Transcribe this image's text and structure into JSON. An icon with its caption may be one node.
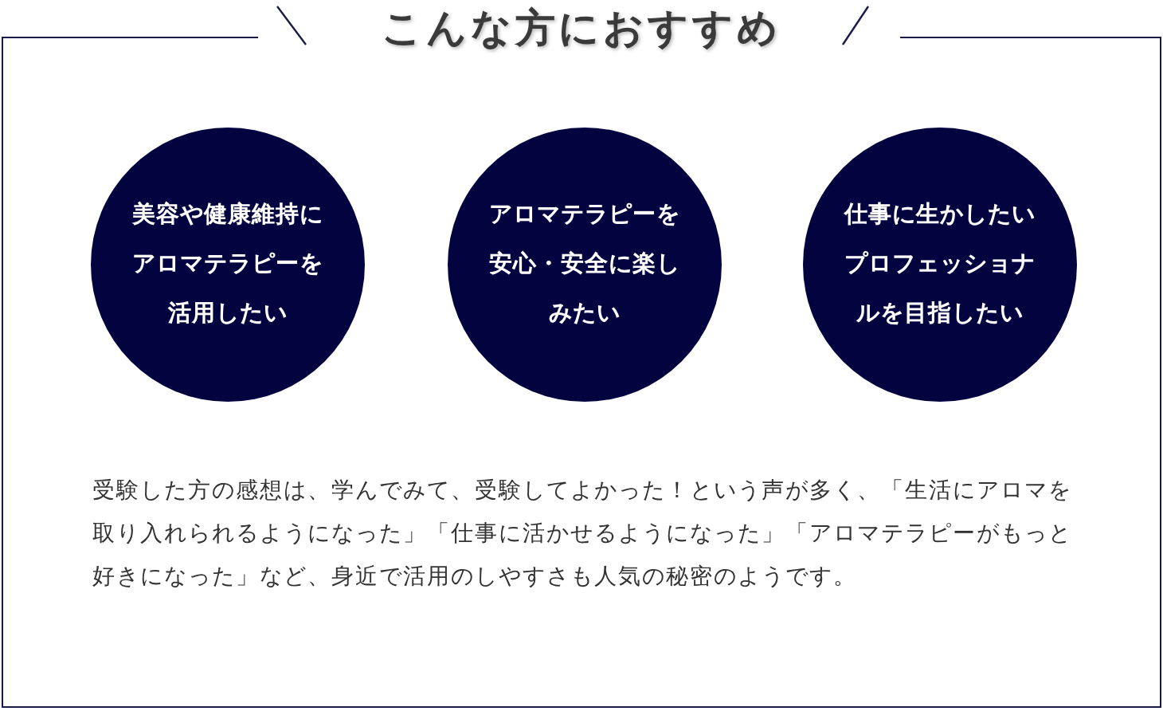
{
  "diagram": {
    "nodes": [
      {
        "text": [
          "こんな方におすすめ"
        ]
      },
      {
        "text": [
          "美容や健康維持にアロマテラピーを活用したい"
        ],
        "in": 0
      },
      {
        "text": [
          "アロマテラピーを安心・安全に楽しみたい"
        ],
        "in": 0
      },
      {
        "text": [
          "仕事に生かしたいプロフェッショナルを目指したい"
        ],
        "in": 0
      }
    ],
    "edges": [],
    "labels": [
      "受験した方の感想は、学んでみて、受験してよかった！という声が多く、「生活にアロマを取り入れられるようになった」「仕事に活かせるようになった」「アロマテラピーがもっと好きになった」など、身近で活用のしやすさも人気の秘密のようです。"
    ]
  }
}
